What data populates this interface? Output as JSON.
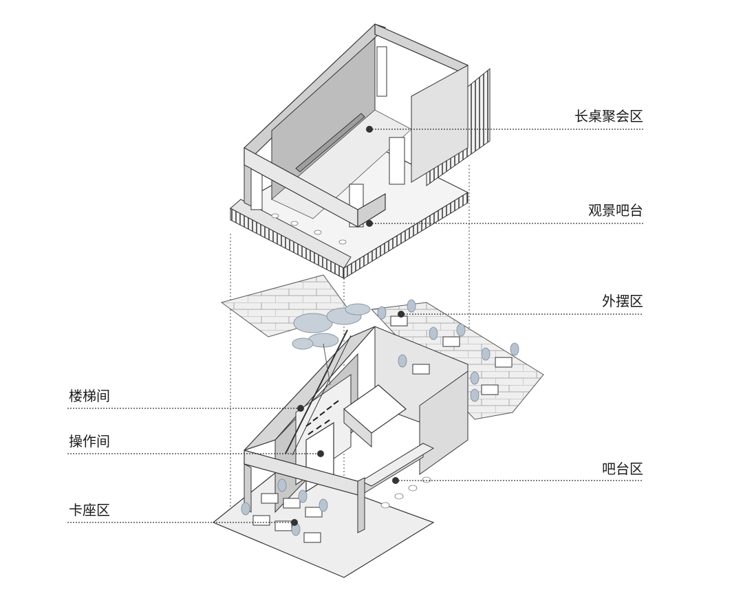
{
  "labels": {
    "long_table_area": "长桌聚会区",
    "view_bar": "观景吧台",
    "outdoor_area": "外摆区",
    "stairwell": "楼梯间",
    "operation_room": "操作间",
    "booth_area": "卡座区",
    "bar_area": "吧台区"
  },
  "colors": {
    "line": "#333333",
    "wall": "#d9d9d9",
    "wall_dark": "#9a9a9a",
    "floor": "#eeeeee",
    "leader": "#333333",
    "dot": "#333333",
    "furniture": "#b8c4d0"
  }
}
